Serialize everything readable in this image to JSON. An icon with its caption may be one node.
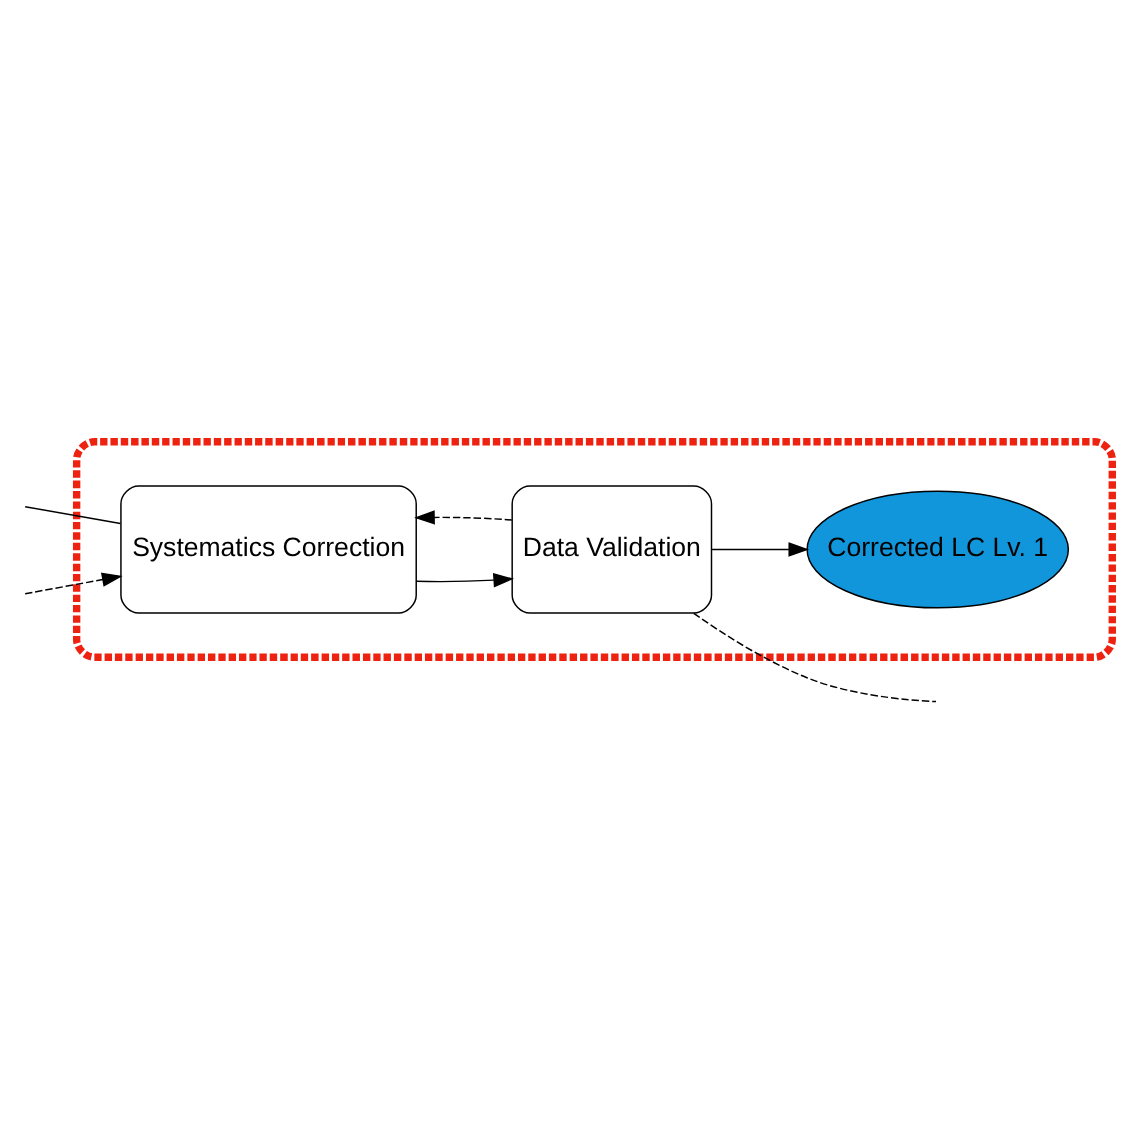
{
  "diagram": {
    "nodes": [
      {
        "text": [],
        "shape": "box"
      },
      {
        "text": [
          "Systematics Correction"
        ],
        "in": 0
      },
      {
        "text": [
          "Data Validation"
        ],
        "in": 0
      },
      {
        "text": [
          "Corrected LC Lv. 1"
        ],
        "in": 0
      }
    ],
    "edges": [
      {
        "from": null,
        "to": 1,
        "arrow": "none"
      },
      {
        "from": 1,
        "to": 2,
        "arrow": "to"
      },
      {
        "from": 2,
        "to": null,
        "arrow": "none",
        "style": "dashed"
      },
      {
        "from": null,
        "to": 1,
        "arrow": "to",
        "style": "dashed"
      },
      {
        "from": 2,
        "to": 1,
        "arrow": "to",
        "style": "dashed"
      },
      {
        "from": 2,
        "to": 3,
        "arrow": "to"
      }
    ]
  }
}
